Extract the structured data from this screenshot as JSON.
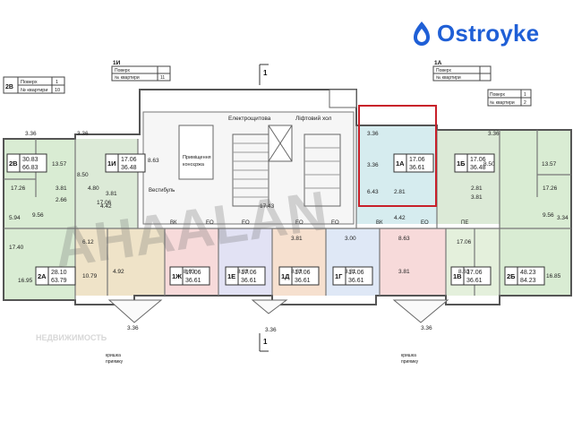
{
  "brand": {
    "name": "Ostroyke",
    "color": "#1f5fd6"
  },
  "watermark": "AHAALAN",
  "watermark_small": "НЕДВИЖИМОСТЬ",
  "table_left": {
    "row1_label": "Поверх",
    "row1_value": "1",
    "row2_label": "№ квартири",
    "row2_value": "10",
    "tag": "2В"
  },
  "table_mid": {
    "tag": "1И",
    "row1_label": "Поверх",
    "row2_label": "№ квартири",
    "row2_value": "11"
  },
  "table_right": {
    "tag": "1А",
    "row1_label": "Поверх",
    "row2_label": "№ квартири"
  },
  "table_right2": {
    "row1_label": "Поверх",
    "row1_value": "1",
    "row2_label": "№ квартири",
    "row2_value": "2"
  },
  "core": {
    "elec": "Електрощитова",
    "lift": "Ліфтовий хол",
    "vest": "Вестибуль",
    "room": "Приміщення",
    "room2": "консєржа"
  },
  "apartments": [
    {
      "tag": "2В",
      "area1": "30.83",
      "area2": "66.83"
    },
    {
      "tag": "1И",
      "area1": "17.06",
      "area2": "36.48"
    },
    {
      "tag": "1А",
      "area1": "17.06",
      "area2": "36.61"
    },
    {
      "tag": "1Б",
      "area1": "17.06",
      "area2": "36.48"
    },
    {
      "tag": "2А",
      "area1": "28.10",
      "area2": "63.79"
    },
    {
      "tag": "1Ж",
      "area1": "17.06",
      "area2": "36.61"
    },
    {
      "tag": "1Е",
      "area1": "17.06",
      "area2": "36.61"
    },
    {
      "tag": "1Д",
      "area1": "17.06",
      "area2": "36.61"
    },
    {
      "tag": "1Г",
      "area1": "17.06",
      "area2": "36.61"
    },
    {
      "tag": "1В",
      "area1": "17.06",
      "area2": "36.61"
    },
    {
      "tag": "2Б",
      "area1": "48.23",
      "area2": "84.23"
    }
  ],
  "room_labels": [
    "3.36",
    "3.36",
    "13.57",
    "17.26",
    "9.56",
    "5.94",
    "3.81",
    "4.80",
    "17.06",
    "8.63",
    "4.42",
    "8.50",
    "2.66",
    "3.81",
    "17.40",
    "16.95",
    "10.79",
    "6.12",
    "4.92",
    "8.63",
    "17.43",
    "3.36",
    "3.36",
    "17.26",
    "13.57",
    "3.34",
    "9.56",
    "16.85",
    "8.50",
    "2.81",
    "3.81",
    "17.06",
    "8.63",
    "3.36",
    "3.36",
    "3.36",
    "3.36",
    "6.43",
    "2.81",
    "8.63",
    "4.42",
    "3.81",
    "8.63",
    "3.00",
    "3.81",
    "8.63",
    "3.81"
  ],
  "labels_misc": {
    "bk": "ВК",
    "eo": "ЕО",
    "pe": "ПЕ",
    "section": "1",
    "krishka": "кришка",
    "pryamku": "приямку"
  }
}
